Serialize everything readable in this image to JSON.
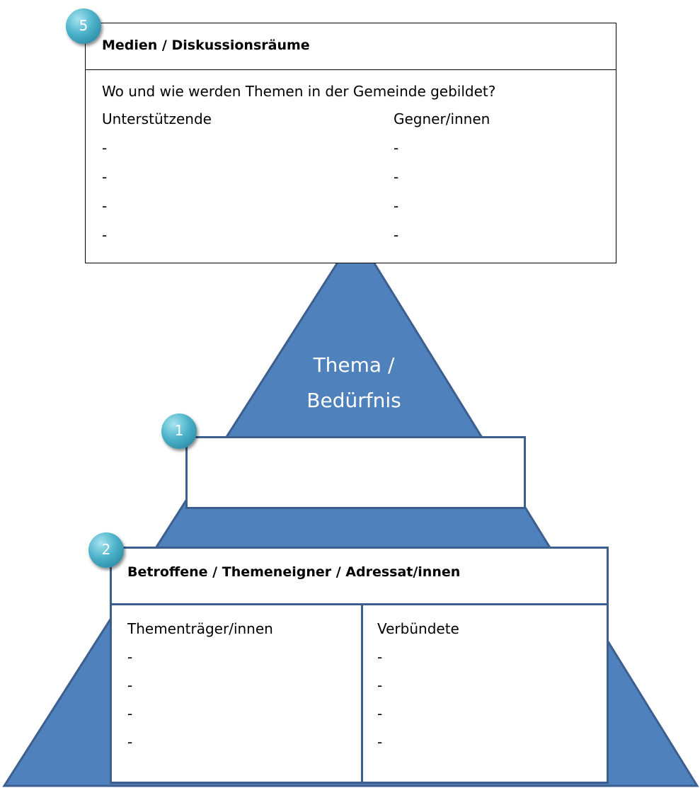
{
  "colors": {
    "pyramid_fill": "#4f81bd",
    "pyramid_stroke": "#3c5f8f",
    "badge": "#31a3bf"
  },
  "media_box": {
    "badge": "5",
    "title": "Medien / Diskussionsräume",
    "question": "Wo und wie werden Themen in der Gemeinde gebildet?",
    "left_header": "Unterstützende",
    "right_header": "Gegner/innen",
    "left_items": [
      "-",
      "-",
      "-",
      "-"
    ],
    "right_items": [
      "-",
      "-",
      "-",
      "-"
    ]
  },
  "apex": {
    "line1": "Thema /",
    "line2": "Bedürfnis"
  },
  "box1": {
    "badge": "1"
  },
  "affected_box": {
    "badge": "2",
    "title": "Betroffene / Themeneigner / Adressat/innen",
    "left_header": "Thementräger/innen",
    "right_header": "Verbündete",
    "left_items": [
      "-",
      "-",
      "-",
      "-"
    ],
    "right_items": [
      "-",
      "-",
      "-",
      "-"
    ]
  }
}
